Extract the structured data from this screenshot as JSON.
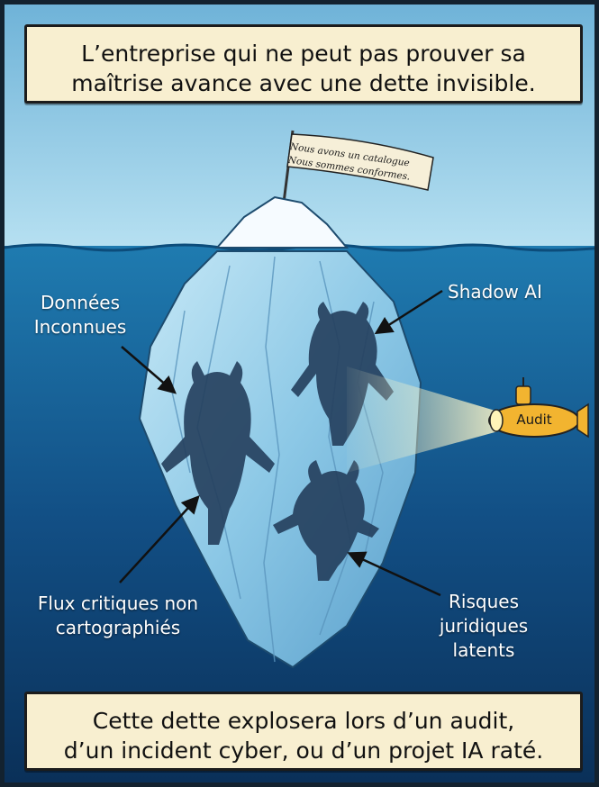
{
  "header": {
    "line1": "L’entreprise qui ne peut pas prouver sa",
    "line2": "maîtrise avance avec une dette invisible."
  },
  "flag": {
    "line1": "Nous avons un catalogue",
    "line2": "Nous sommes conformes."
  },
  "labels": {
    "donnees": [
      "Données",
      "Inconnues"
    ],
    "shadow_ai": "Shadow AI",
    "flux": [
      "Flux critiques non",
      "cartographiés"
    ],
    "risques": [
      "Risques",
      "juridiques",
      "latents"
    ]
  },
  "submarine": {
    "label": "Audit"
  },
  "footer": {
    "line1": "Cette dette explosera lors d’un audit,",
    "line2": "d’un incident cyber, ou d’un projet IA raté."
  },
  "colors": {
    "sky_top": "#8fcbe6",
    "water_deep": "#0b3a66",
    "ice": "#9fd3ec",
    "banner": "#f8efd0",
    "submarine": "#f2b430"
  }
}
